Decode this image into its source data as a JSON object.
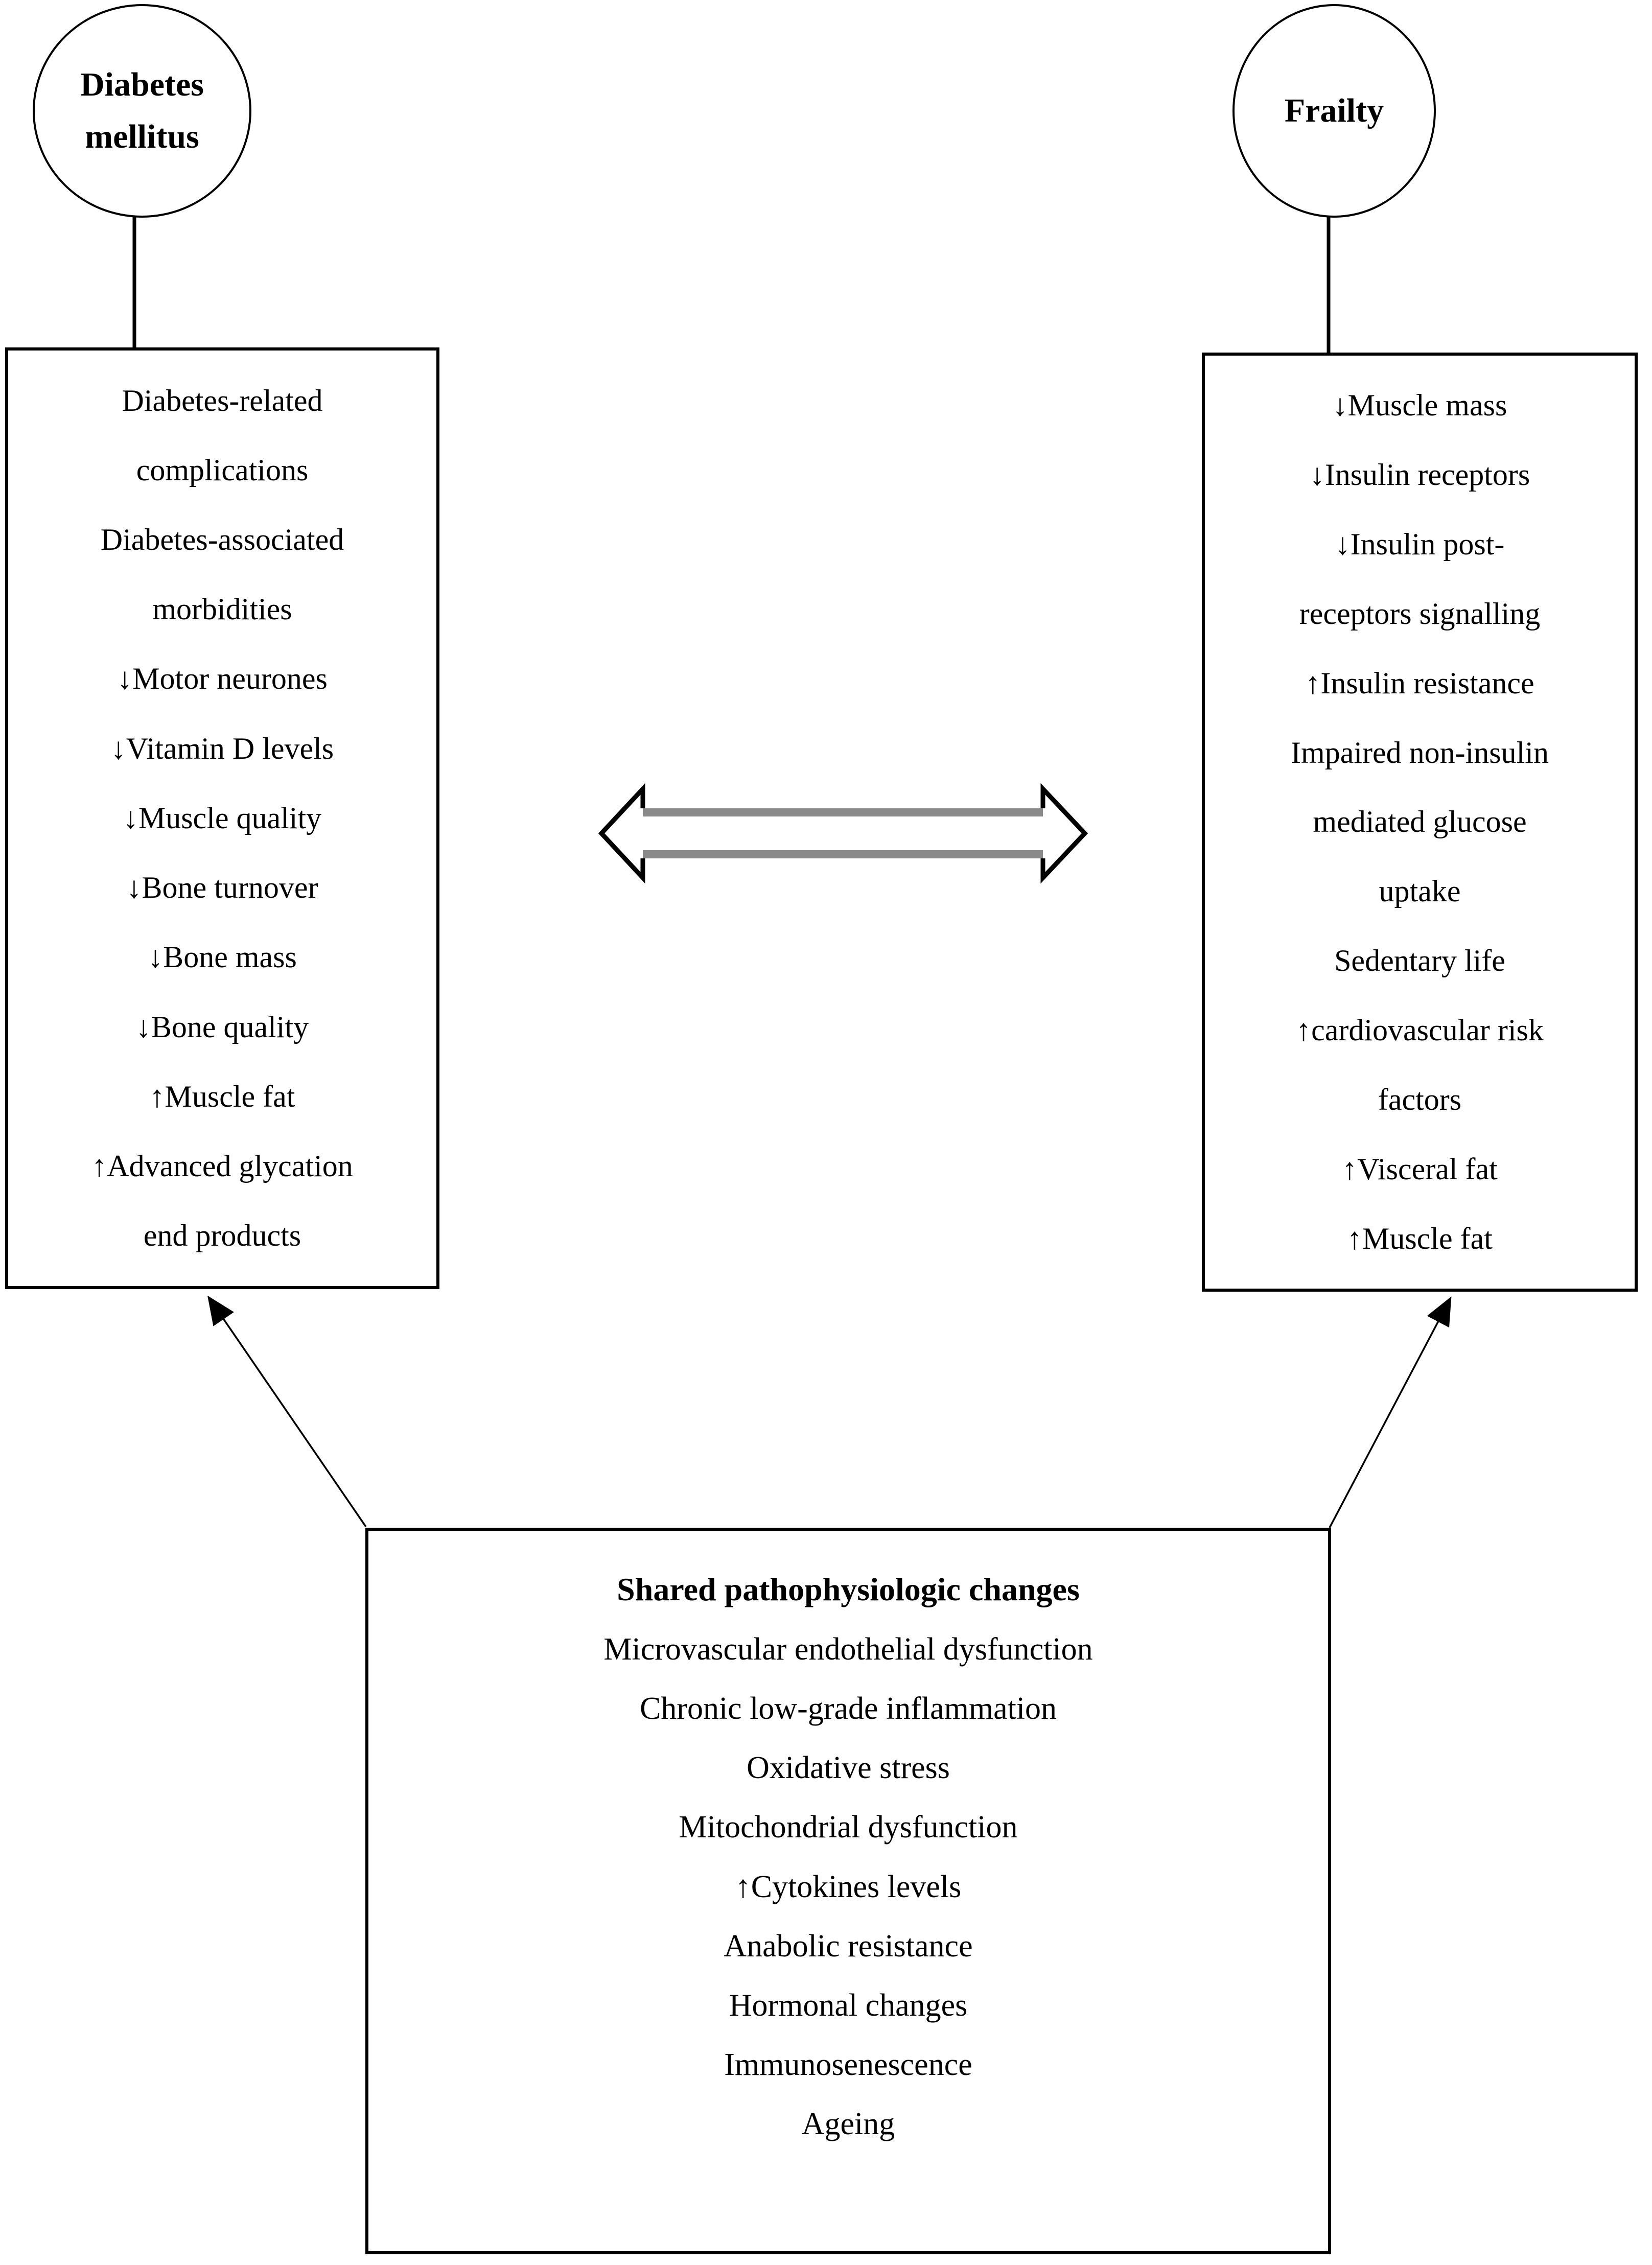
{
  "diagram": {
    "left_ellipse": {
      "lines": [
        "Diabetes",
        "mellitus"
      ]
    },
    "right_ellipse": {
      "label": "Frailty"
    },
    "left_box": {
      "lines": [
        "Diabetes-related",
        "complications",
        "Diabetes-associated",
        "morbidities",
        "↓Motor neurones",
        "↓Vitamin D levels",
        "↓Muscle quality",
        "↓Bone turnover",
        "↓Bone mass",
        "↓Bone quality",
        "↑Muscle fat",
        "↑Advanced glycation",
        "end products"
      ]
    },
    "right_box": {
      "lines": [
        "↓Muscle mass",
        "↓Insulin receptors",
        "↓Insulin post-",
        "receptors signalling",
        "↑Insulin resistance",
        "Impaired non-insulin",
        "mediated glucose",
        "uptake",
        "Sedentary life",
        "↑cardiovascular risk",
        "factors",
        "↑Visceral fat",
        "↑Muscle fat"
      ]
    },
    "shared_box": {
      "title": "Shared pathophysiologic changes",
      "items": [
        "Microvascular endothelial dysfunction",
        "Chronic low-grade inflammation",
        "Oxidative stress",
        "Mitochondrial dysfunction",
        "↑Cytokines levels",
        "Anabolic resistance",
        "Hormonal changes",
        "Immunosenescence",
        "Ageing"
      ]
    },
    "colors": {
      "line_black": "#000000",
      "arrow_gray": "#8a8a8a",
      "background": "#ffffff"
    }
  }
}
